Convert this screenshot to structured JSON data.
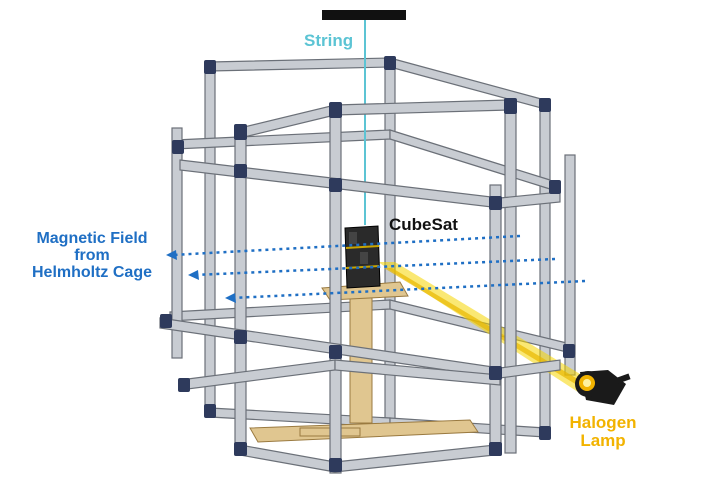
{
  "labels": {
    "string": "String",
    "cubesat": "CubeSat",
    "magnetic_field": [
      "Magnetic Field",
      "from",
      "Helmholtz Cage"
    ],
    "lamp": [
      "Halogen",
      "Lamp"
    ]
  },
  "colors": {
    "string": "#5cc4d4",
    "field": "#1f6fc4",
    "lamp": "#f2b300",
    "beam": "#f5d600",
    "frame": "#c8ccd2",
    "frame_edge": "#6b7078",
    "connector": "#2e3a5c",
    "wood": "#e0c690",
    "cubesat": "#2a2a2a"
  }
}
